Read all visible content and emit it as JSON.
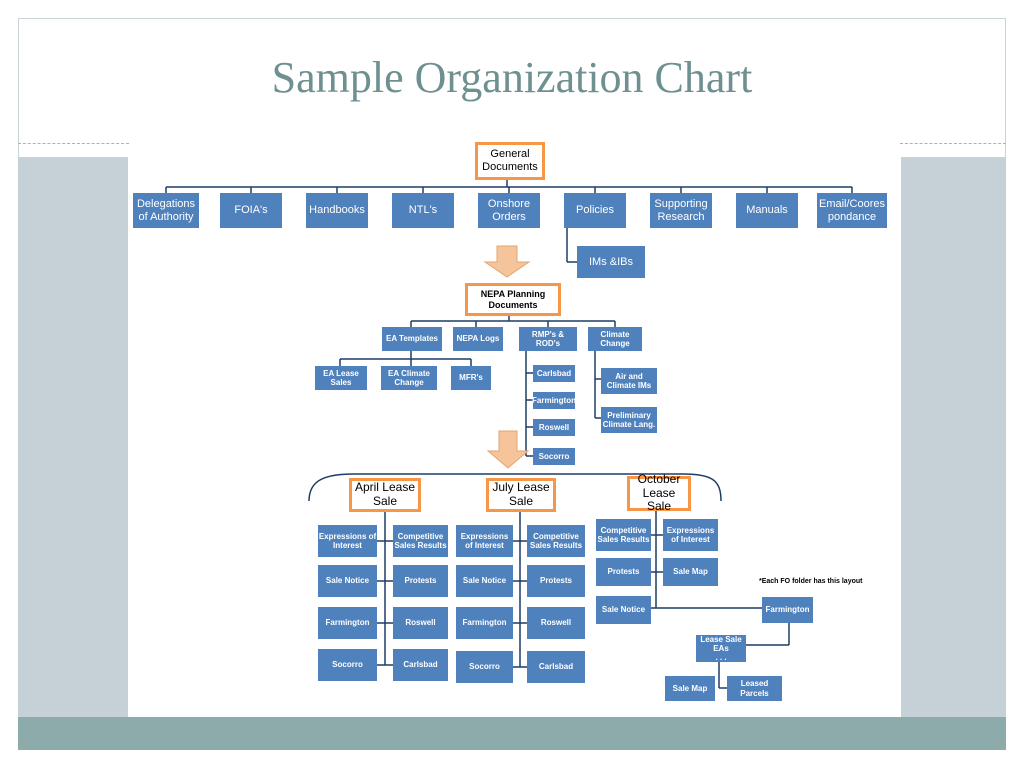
{
  "slide": {
    "title": "Sample Organization Chart"
  },
  "diagram": {
    "general_documents": "General Documents",
    "categories": [
      "Delegations of Authority",
      "FOIA's",
      "Handbooks",
      "NTL's",
      "Onshore Orders",
      "Policies",
      "Supporting Research",
      "Manuals",
      "Email/Coorespondance"
    ],
    "policies_child": "IMs &IBs",
    "nepa": {
      "title": "NEPA Planning Documents",
      "items": [
        "EA Templates",
        "NEPA Logs",
        "RMP's & ROD's",
        "Climate Change"
      ],
      "ea_templates_children": [
        "EA Lease Sales",
        "EA Climate Change",
        "MFR's"
      ],
      "rmp_children": [
        "Carlsbad",
        "Farmington",
        "Roswell",
        "Socorro"
      ],
      "climate_children": [
        "Air and Climate IMs",
        "Preliminary Climate Lang."
      ]
    },
    "lease_sales": {
      "april": {
        "title": "April Lease Sale",
        "left": [
          "Expressions of Interest",
          "Sale Notice",
          "Farmington",
          "Socorro"
        ],
        "right": [
          "Competitive Sales Results",
          "Protests",
          "Roswell",
          "Carlsbad"
        ]
      },
      "july": {
        "title": "July Lease Sale",
        "left": [
          "Expressions of Interest",
          "Sale Notice",
          "Farmington",
          "Socorro"
        ],
        "right": [
          "Competitive Sales Results",
          "Protests",
          "Roswell",
          "Carlsbad"
        ]
      },
      "october": {
        "title": "October Lease Sale",
        "left": [
          "Competitive Sales Results",
          "Protests",
          "Sale Notice"
        ],
        "right": [
          "Expressions of Interest",
          "Sale Map"
        ],
        "note": "*Each FO folder has this layout",
        "farmington": "Farmington",
        "lease_sale_eas": "Lease Sale EAs",
        "lease_sale_eas_dots": ". . .",
        "bottom": [
          "Sale Map",
          "Leased Parcels"
        ]
      }
    }
  }
}
